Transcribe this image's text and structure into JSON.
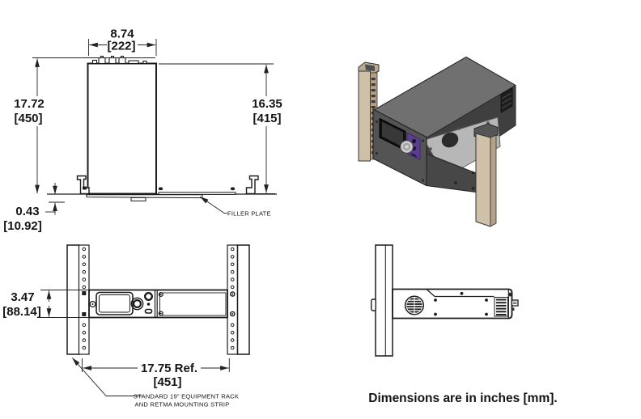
{
  "note": "Dimensions are in inches [mm].",
  "top_view": {
    "width_in": "8.74",
    "width_mm": "[222]",
    "overall_depth_in": "17.72",
    "overall_depth_mm": "[450]",
    "chassis_depth_in": "16.35",
    "chassis_depth_mm": "[415]",
    "filler_drop_in": "0.43",
    "filler_drop_mm": "[10.92]",
    "filler_plate_label": "FILLER PLATE"
  },
  "front_view": {
    "height_in": "3.47",
    "height_mm": "[88.14]",
    "rack_width_in": "17.75 Ref.",
    "rack_width_mm": "[451]",
    "rack_note_line1": "STANDARD 19\" EQUIPMENT RACK",
    "rack_note_line2": "AND RETMA MOUNTING STRIP"
  },
  "colors": {
    "line": "#1b1b1b",
    "chassis_top": "#707070",
    "chassis_front": "#545454",
    "chassis_side": "#3f3f3f",
    "flange": "#474747",
    "accent_purple": "#5c3e91",
    "side_plate_silver": "#b7b7b7",
    "rack_post_tan": "#cfc1a9",
    "rack_post_tan_shade": "#b3a288",
    "display_black": "#111111"
  }
}
